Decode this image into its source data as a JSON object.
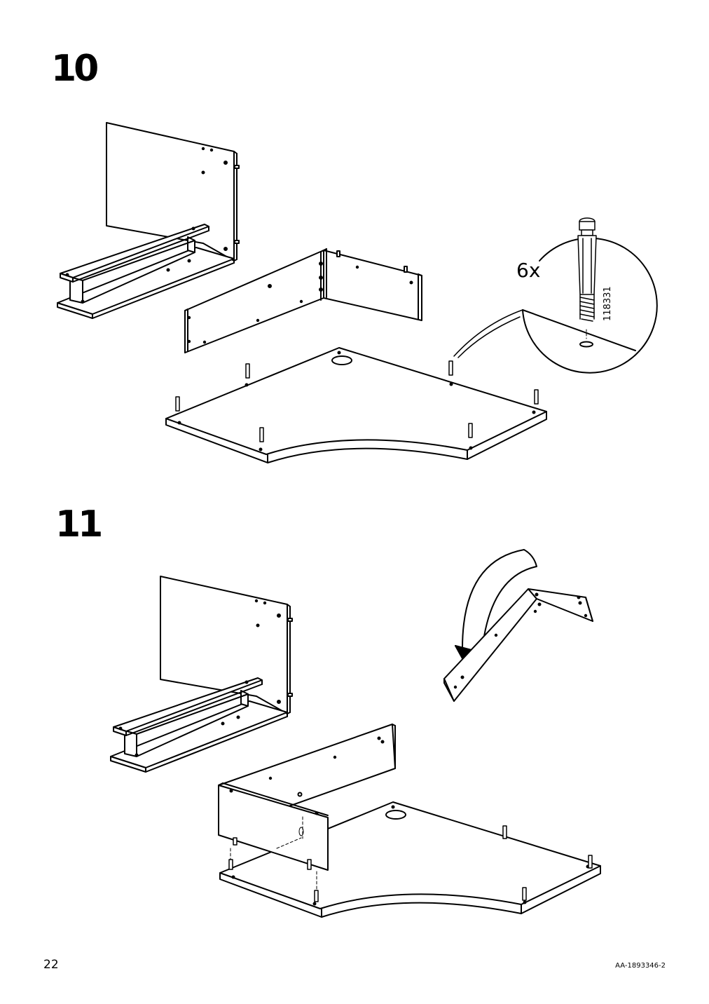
{
  "page_number": "22",
  "document_code": "AA-1893346-2",
  "steps": [
    {
      "number": "10",
      "callout": {
        "quantity": "6x",
        "part_number": "118331"
      }
    },
    {
      "number": "11"
    }
  ]
}
